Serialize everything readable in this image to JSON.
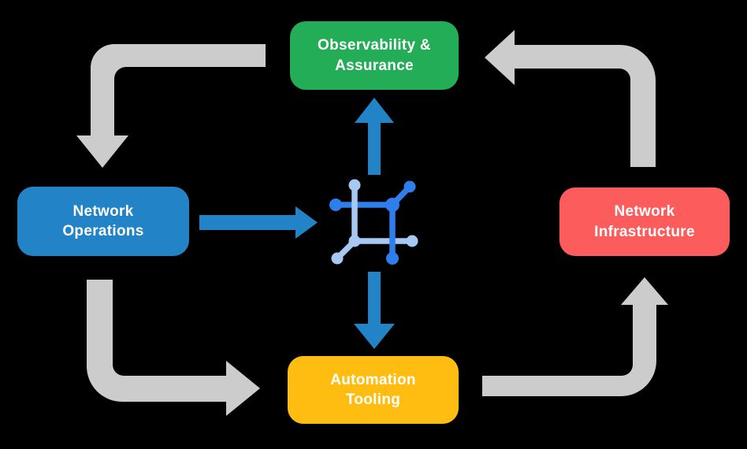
{
  "diagram": {
    "background": "#000000",
    "text_color": "#FFFFFF",
    "nodes": {
      "observability": {
        "label": "Observability & Assurance",
        "line1": "Observability &",
        "line2": "Assurance",
        "color": "#23AD56"
      },
      "operations": {
        "label": "Network Operations",
        "line1": "Network",
        "line2": "Operations",
        "color": "#2283C6"
      },
      "infrastructure": {
        "label": "Network Infrastructure",
        "line1": "Network",
        "line2": "Infrastructure",
        "color": "#FC5D5C"
      },
      "automation": {
        "label": "Automation Tooling",
        "line1": "Automation",
        "line2": "Tooling",
        "color": "#FFBD12"
      }
    },
    "center_icon": {
      "name": "network-platform-icon",
      "primary_color": "#2E7EEC",
      "secondary_color": "#A6C8F1"
    },
    "arrows": {
      "gray_color": "#CCCCCC",
      "blue_color": "#2283C6",
      "gray_cycle_flows": [
        "observability-to-operations",
        "operations-to-automation",
        "automation-to-infrastructure",
        "infrastructure-to-observability"
      ],
      "blue_flows": [
        "operations-to-platform",
        "platform-to-observability",
        "platform-to-automation"
      ]
    }
  }
}
